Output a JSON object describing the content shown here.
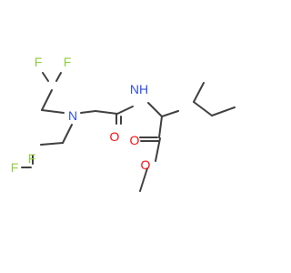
{
  "molecule": {
    "colors": {
      "bond": "#404040",
      "fluorine": "#8fcf3f",
      "nitrogen": "#3050f8",
      "oxygen": "#ff0d0d",
      "background": "#ffffff"
    },
    "atoms": {
      "f1": "F",
      "f2": "F",
      "f3": "F",
      "f4": "F",
      "n_amine": "N",
      "nh_amide": "NH",
      "o_carbonyl_amide": "O",
      "o_carbonyl_ester": "O",
      "o_ester": "O"
    }
  }
}
